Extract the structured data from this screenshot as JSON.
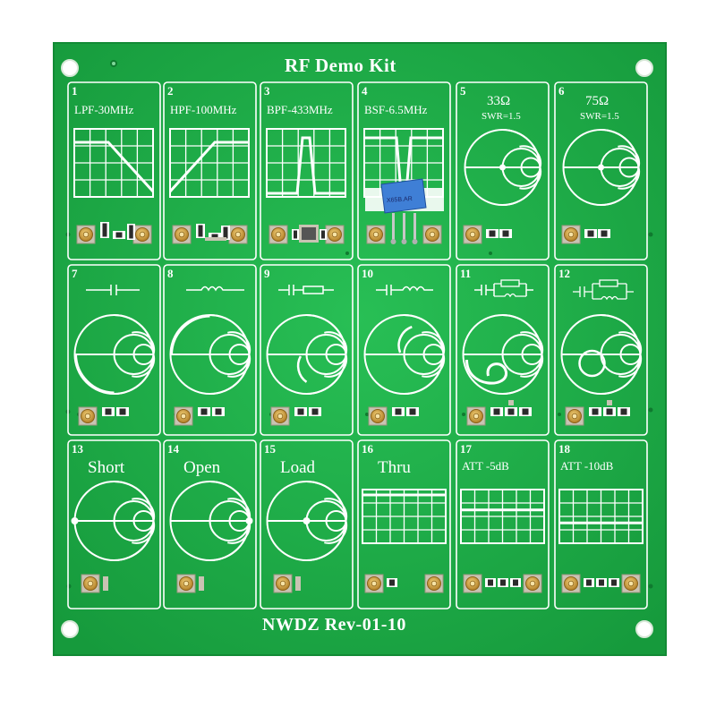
{
  "board": {
    "title": "RF Demo Kit",
    "revision": "NWDZ Rev-01-10",
    "colors": {
      "pcb": "#1fb14a",
      "silk": "#ffffff",
      "pad": "#c9c3b3",
      "connector_gold": "#d8a441",
      "capacitor": "#3f7fd6"
    }
  },
  "cells": [
    {
      "num": "1",
      "name": "LPF-30MHz",
      "graphic": "lpf-grid"
    },
    {
      "num": "2",
      "name": "HPF-100MHz",
      "graphic": "hpf-grid"
    },
    {
      "num": "3",
      "name": "BPF-433MHz",
      "graphic": "bpf-grid"
    },
    {
      "num": "4",
      "name": "BSF-6.5MHz",
      "graphic": "bsf-grid"
    },
    {
      "num": "5",
      "name": "33Ω",
      "sub": "SWR=1.5",
      "graphic": "smith-chart"
    },
    {
      "num": "6",
      "name": "75Ω",
      "sub": "SWR=1.5",
      "graphic": "smith-chart"
    },
    {
      "num": "7",
      "name": "",
      "graphic": "smith-capacitor"
    },
    {
      "num": "8",
      "name": "",
      "graphic": "smith-inductor"
    },
    {
      "num": "9",
      "name": "",
      "graphic": "smith-rc"
    },
    {
      "num": "10",
      "name": "",
      "graphic": "smith-rl"
    },
    {
      "num": "11",
      "name": "",
      "graphic": "smith-rc-parallel"
    },
    {
      "num": "12",
      "name": "",
      "graphic": "smith-rlc"
    },
    {
      "num": "13",
      "name": "Short",
      "graphic": "smith-short"
    },
    {
      "num": "14",
      "name": "Open",
      "graphic": "smith-open"
    },
    {
      "num": "15",
      "name": "Load",
      "graphic": "smith-load"
    },
    {
      "num": "16",
      "name": "Thru",
      "graphic": "thru-grid"
    },
    {
      "num": "17",
      "name": "ATT -5dB",
      "graphic": "att-grid"
    },
    {
      "num": "18",
      "name": "ATT -10dB",
      "graphic": "att-grid"
    }
  ],
  "capacitor_marking": "X65B.AR"
}
